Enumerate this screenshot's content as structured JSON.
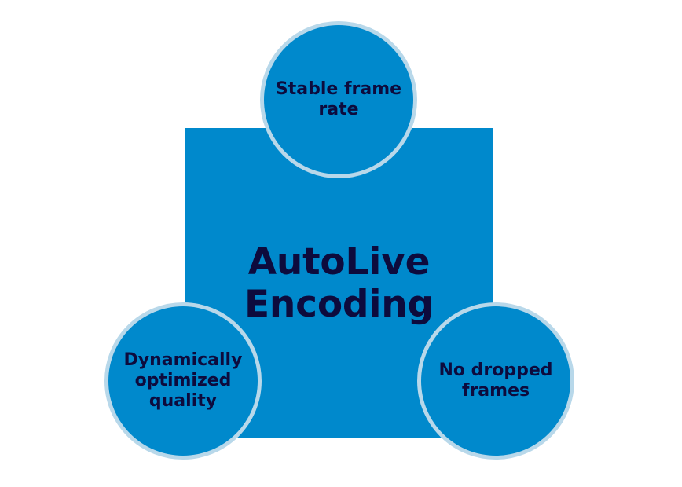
{
  "diagram": {
    "type": "hub-and-spoke",
    "colors": {
      "primary_blue": "#0089CC",
      "ring_light_blue": "#B8D8EA",
      "text_navy": "#0D0B3D",
      "background": "#FFFFFF"
    },
    "center": {
      "shape": "square",
      "label": "AutoLive\nEncoding"
    },
    "nodes": [
      {
        "id": "stable-frame-rate",
        "shape": "circle",
        "position": "top",
        "label": "Stable frame\nrate"
      },
      {
        "id": "dynamically-optimized-quality",
        "shape": "circle",
        "position": "bottom-left",
        "label": "Dynamically\noptimized\nquality"
      },
      {
        "id": "no-dropped-frames",
        "shape": "circle",
        "position": "bottom-right",
        "label": "No dropped\nframes"
      }
    ]
  }
}
